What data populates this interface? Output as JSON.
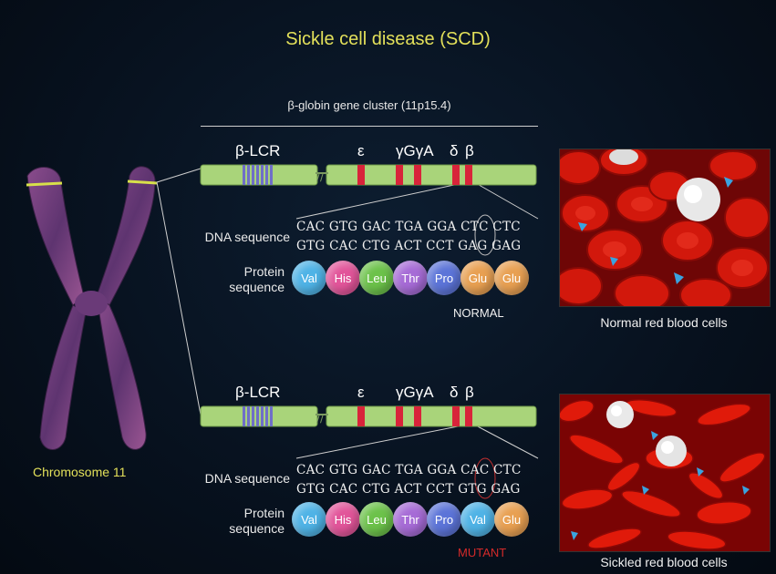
{
  "title": "Sickle cell disease (SCD)",
  "cluster_title": "β-globin gene cluster (11p15.4)",
  "chromosome_label": "Chromosome 11",
  "gene_labels": {
    "lcr": "β-LCR",
    "epsilon": "ε",
    "gamma": "γGγA",
    "delta": "δ",
    "beta": "β"
  },
  "normal": {
    "dna_label": "DNA sequence",
    "protein_label_line1": "Protein",
    "protein_label_line2": "sequence",
    "dna_top": "CAC GTG GAC TGA GGA CTC CTC",
    "dna_bottom": "GTG CAC CTG ACT CCT GAG GAG",
    "status": "NORMAL",
    "aminos": [
      "Val",
      "His",
      "Leu",
      "Thr",
      "Pro",
      "Glu",
      "Glu"
    ],
    "caption": "Normal red blood cells"
  },
  "mutant": {
    "dna_label": "DNA sequence",
    "protein_label_line1": "Protein",
    "protein_label_line2": "sequence",
    "dna_top": "CAC GTG GAC TGA GGA CAC CTC",
    "dna_bottom": "GTG CAC CTG ACT CCT GTG GAG",
    "status": "MUTANT",
    "aminos": [
      "Val",
      "His",
      "Leu",
      "Thr",
      "Pro",
      "Val",
      "Glu"
    ],
    "caption": "Sickled red blood cells"
  },
  "amino_colors": {
    "Val": "#4fb3e6",
    "His": "#e2559a",
    "Leu": "#6cc24a",
    "Thr": "#a66bd6",
    "Pro": "#5c74d8",
    "Glu": "#e8a052"
  },
  "colors": {
    "title": "#e3e05a",
    "mutant": "#d42a2a",
    "gene_bar": "#a9d47a",
    "exon": "#d8243a",
    "lcr": "#6f6fc8"
  }
}
